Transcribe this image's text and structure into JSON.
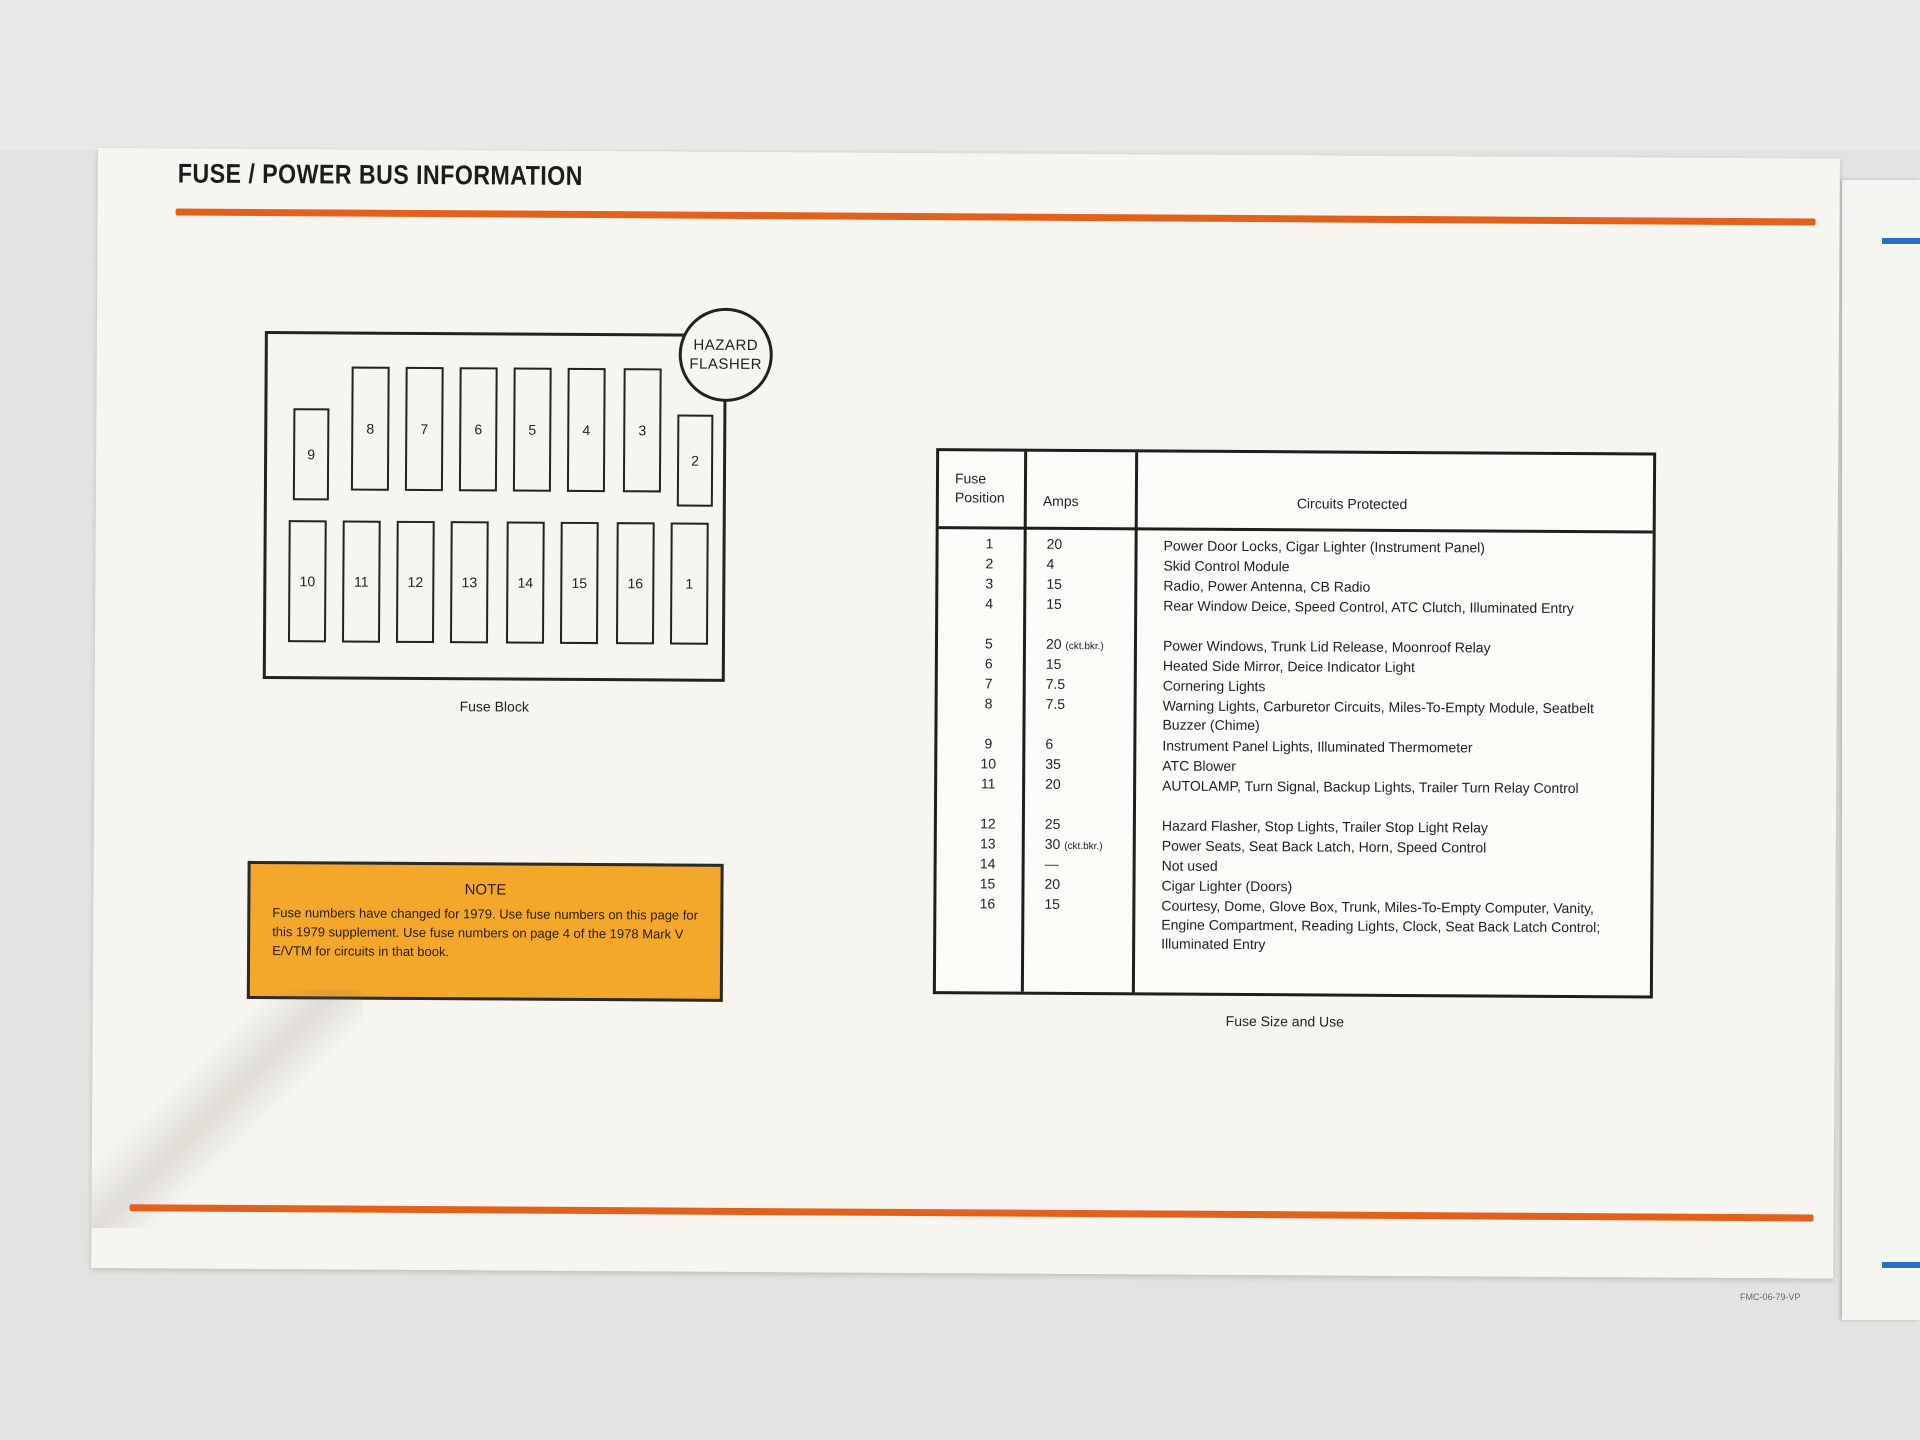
{
  "title": "FUSE / POWER BUS INFORMATION",
  "fuse_block": {
    "hazard_label_line1": "HAZARD",
    "hazard_label_line2": "FLASHER",
    "top_row": [
      "9",
      "8",
      "7",
      "6",
      "5",
      "4",
      "3",
      "2"
    ],
    "bottom_row": [
      "10",
      "11",
      "12",
      "13",
      "14",
      "15",
      "16",
      "1"
    ],
    "caption": "Fuse Block"
  },
  "note": {
    "heading": "NOTE",
    "body": "Fuse numbers have changed for 1979.  Use fuse numbers on this page for this 1979 supplement.  Use fuse numbers on page 4 of the 1978 Mark V E/VTM for circuits in that book."
  },
  "fuse_table": {
    "header_position_line1": "Fuse",
    "header_position_line2": "Position",
    "header_amps": "Amps",
    "header_circuits": "Circuits Protected",
    "rows": [
      {
        "pos": "1",
        "amps": "20",
        "note": "",
        "circuits": "Power Door Locks, Cigar Lighter (Instrument Panel)"
      },
      {
        "pos": "2",
        "amps": "4",
        "note": "",
        "circuits": "Skid Control Module"
      },
      {
        "pos": "3",
        "amps": "15",
        "note": "",
        "circuits": "Radio, Power Antenna, CB Radio"
      },
      {
        "pos": "4",
        "amps": "15",
        "note": "",
        "circuits": "Rear Window Deice, Speed Control, ATC Clutch, Illuminated Entry"
      },
      {
        "pos": "5",
        "amps": "20",
        "note": "(ckt.bkr.)",
        "circuits": "Power Windows, Trunk Lid Release, Moonroof Relay"
      },
      {
        "pos": "6",
        "amps": "15",
        "note": "",
        "circuits": "Heated Side Mirror, Deice Indicator Light"
      },
      {
        "pos": "7",
        "amps": "7.5",
        "note": "",
        "circuits": "Cornering Lights"
      },
      {
        "pos": "8",
        "amps": "7.5",
        "note": "",
        "circuits": "Warning Lights, Carburetor Circuits, Miles-To-Empty Module, Seatbelt Buzzer (Chime)"
      },
      {
        "pos": "9",
        "amps": "6",
        "note": "",
        "circuits": "Instrument Panel Lights, Illuminated Thermometer"
      },
      {
        "pos": "10",
        "amps": "35",
        "note": "",
        "circuits": "ATC Blower"
      },
      {
        "pos": "11",
        "amps": "20",
        "note": "",
        "circuits": "AUTOLAMP, Turn Signal, Backup Lights, Trailer Turn Relay Control"
      },
      {
        "pos": "12",
        "amps": "25",
        "note": "",
        "circuits": "Hazard Flasher, Stop Lights, Trailer Stop Light Relay"
      },
      {
        "pos": "13",
        "amps": "30",
        "note": "(ckt.bkr.)",
        "circuits": "Power Seats, Seat Back Latch, Horn, Speed Control"
      },
      {
        "pos": "14",
        "amps": "—",
        "note": "",
        "circuits": "Not used"
      },
      {
        "pos": "15",
        "amps": "20",
        "note": "",
        "circuits": "Cigar Lighter (Doors)"
      },
      {
        "pos": "16",
        "amps": "15",
        "note": "",
        "circuits": "Courtesy, Dome, Glove Box, Trunk, Miles-To-Empty Computer, Vanity, Engine Compartment, Reading Lights, Clock, Seat Back Latch Control; Illuminated Entry"
      }
    ],
    "caption": "Fuse Size and Use"
  },
  "footer_code": "FMC-06-79-VP",
  "colors": {
    "accent_rule": "#e2621d",
    "note_background": "#f4a82b",
    "paper": "#f6f5f0"
  }
}
